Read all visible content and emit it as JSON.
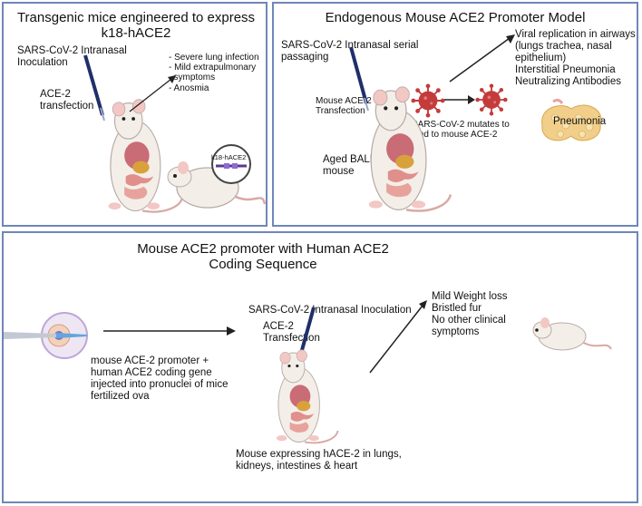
{
  "panel1": {
    "title": "Transgenic mice engineered to express\nk18-hACE2",
    "inoculation": "SARS-CoV-2 Intranasal\nInoculation",
    "transfection": "ACE-2\ntransfection",
    "outcomes": "- Severe lung infection\n- Mild extrapulmonary\n  symptoms\n- Anosmia",
    "gene_label": "k18-hACE2"
  },
  "panel2": {
    "title": "Endogenous Mouse ACE2 Promoter Model",
    "passaging": "SARS-CoV-2 Intranasal serial\npassaging",
    "transfection": "Mouse ACE-2\nTransfection",
    "mutation": "SARS-CoV-2 mutates to\nbind to mouse ACE-2",
    "mouse": "Aged BALB/c\nmouse",
    "outcomes": "Viral replication in airways\n(lungs trachea, nasal\nepithelium)\nInterstitial Pneumonia\nNeutralizing Antibodies",
    "pneumonia": "Pneumonia"
  },
  "panel3": {
    "title": "Mouse ACE2 promoter with Human ACE2\nCoding Sequence",
    "injection": "mouse ACE-2 promoter +\nhuman ACE2 coding gene\ninjected into pronuclei of mice\nfertilized ova",
    "inoculation": "SARS-CoV-2 Intranasal Inoculation",
    "transfection": "ACE-2\nTransfection",
    "expression": "Mouse expressing hACE-2 in lungs,\nkidneys, intestines & heart",
    "outcomes": "Mild Weight loss\nBristled fur\nNo other clinical\nsymptoms"
  },
  "colors": {
    "border": "#6f86b8",
    "virus": "#c43b3b",
    "mouse_body": "#f4eee9",
    "organ": "#d9777a"
  }
}
